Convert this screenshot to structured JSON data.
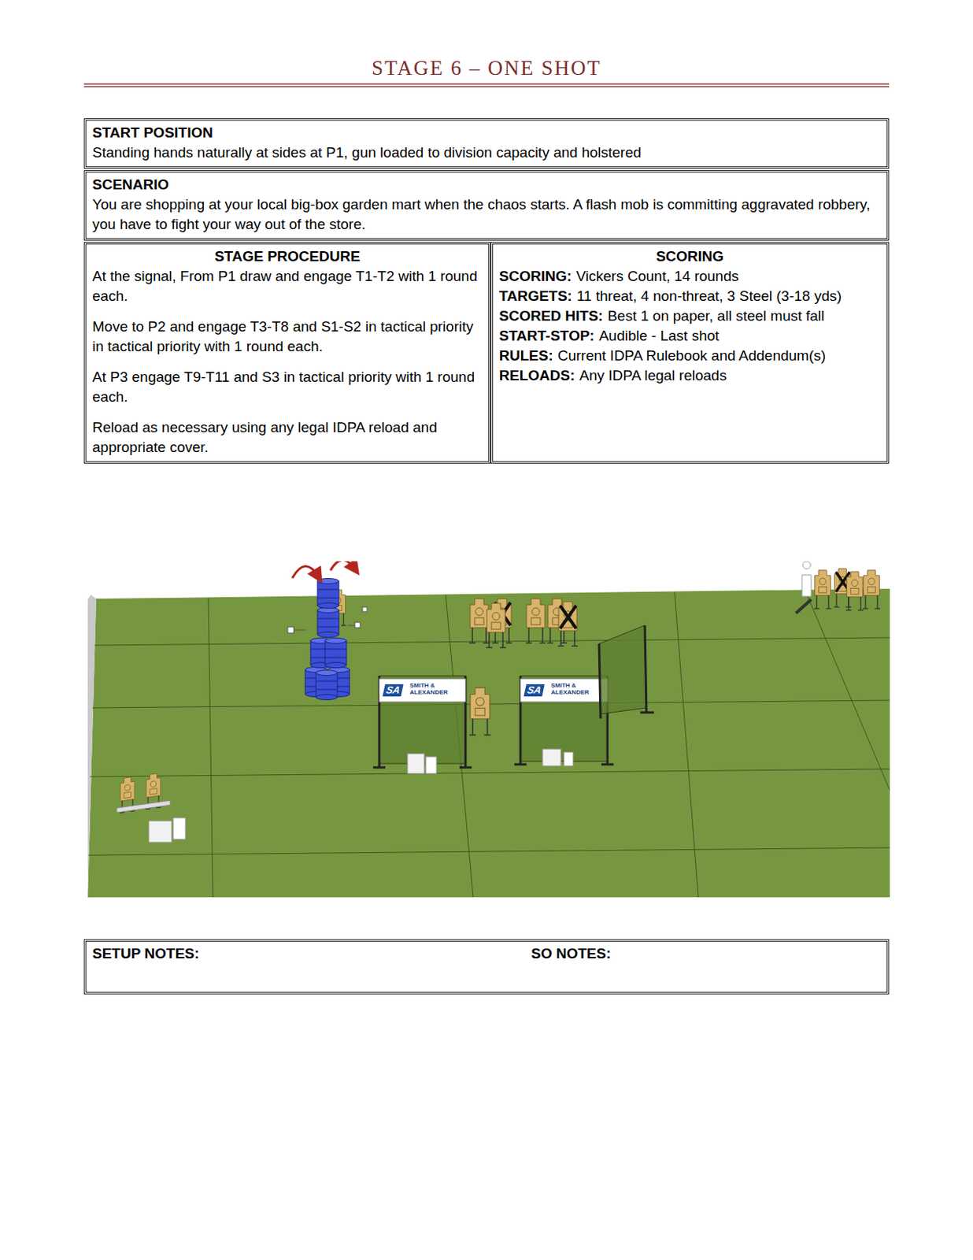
{
  "diagram": {
    "title": "STAGE 6 – ONE SHOT",
    "nodes": [
      {
        "text": [
          "START POSITION",
          "Standing hands naturally at sides at P1, gun loaded to division capacity and holstered"
        ]
      },
      {
        "text": [
          "SCENARIO",
          "You are shopping at your local big-box garden mart when the chaos starts.   A flash mob is committing aggravated robbery, you have to fight your way out of the store."
        ]
      },
      {
        "text": [
          "STAGE PROCEDURE",
          "At the signal, From P1 draw and engage T1-T2 with 1 round each.",
          "Move to P2 and engage T3-T8 and S1-S2 in tactical priority in tactical priority with 1 round each.",
          "At P3 engage T9-T11 and S3 in tactical priority with 1 round each.",
          "Reload as necessary using any legal IDPA reload and appropriate cover."
        ]
      },
      {
        "text": [
          "SCORING",
          "SCORING:",
          "Vickers Count, 14 rounds",
          "TARGETS:",
          "11 threat, 4 non-threat, 3 Steel (3-18 yds)",
          "SCORED HITS:",
          "Best 1 on paper, all steel must fall",
          "START-STOP:",
          "Audible - Last shot",
          "RULES:",
          "Current IDPA Rulebook and Addendum(s)",
          "RELOADS:",
          "Any IDPA legal reloads"
        ]
      },
      {
        "text": [
          "SETUP NOTES:",
          "SO NOTES:"
        ]
      }
    ],
    "labels": [
      "SA",
      "SMITH & ALEXANDER",
      "SA",
      "SMITH & ALEXANDER"
    ]
  }
}
